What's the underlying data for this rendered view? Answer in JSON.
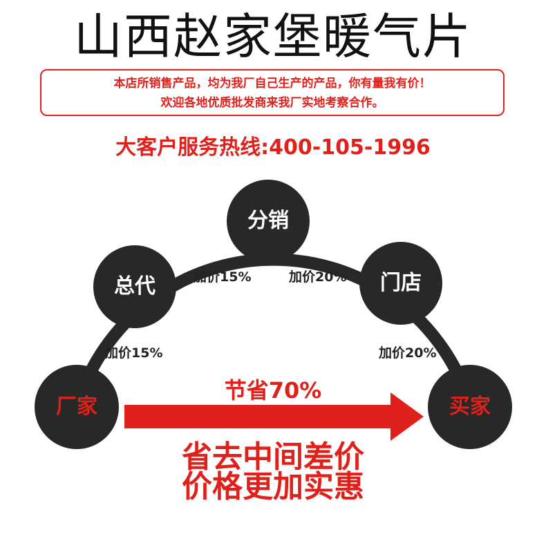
{
  "title": "山西赵家堡暖气片",
  "notice": {
    "line1": "本店所销售产品，均为我厂自己生产的产品，你有量我有价！",
    "line2": "欢迎各地优质批发商来我厂实地考察合作。"
  },
  "hotline": "大客户服务热线:400-105-1996",
  "nodes": {
    "factory": "厂家",
    "general_agent": "总代",
    "distribution": "分销",
    "store": "门店",
    "buyer": "买家"
  },
  "markups": {
    "factory_to_agent": "加价15%",
    "agent_to_distribution": "加价15%",
    "distribution_to_store": "加价20%",
    "store_to_buyer": "加价20%"
  },
  "savings": "节省70%",
  "slogan": {
    "line1": "省去中间差价",
    "line2": "价格更加实惠"
  },
  "colors": {
    "accent": "#e0201a",
    "dark": "#282828"
  }
}
